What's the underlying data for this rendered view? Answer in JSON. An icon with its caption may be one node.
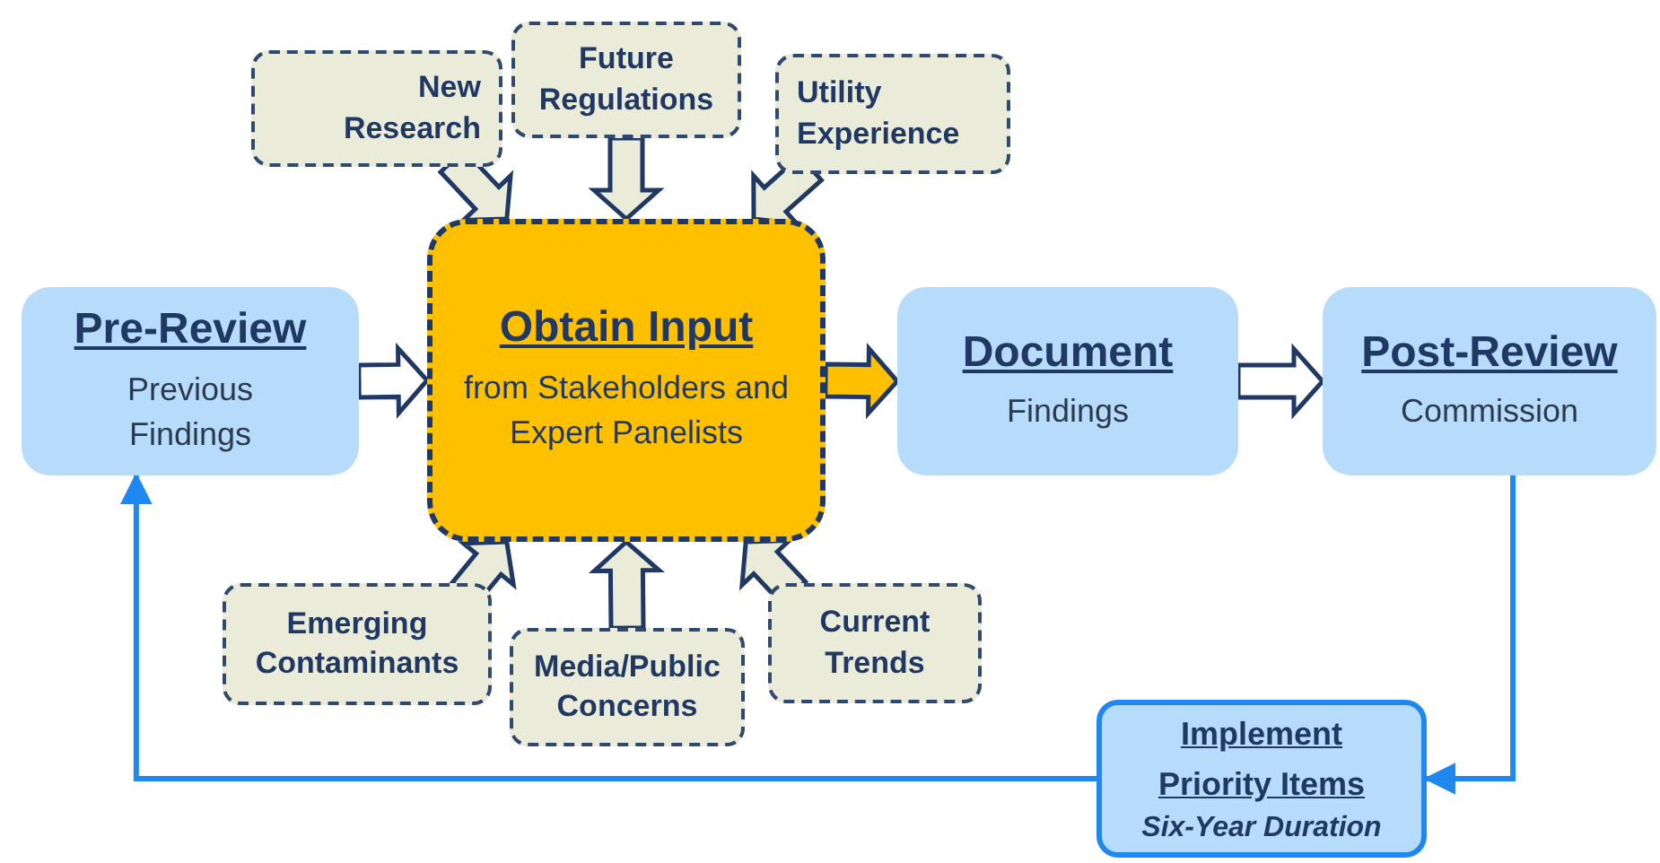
{
  "diagram": {
    "nodes": [
      {
        "text": [
          "Pre-Review",
          "Previous Findings"
        ]
      },
      {
        "text": [
          "Obtain Input",
          "from Stakeholders and Expert Panelists"
        ]
      },
      {
        "text": [
          "Document",
          "Findings"
        ]
      },
      {
        "text": [
          "Post-Review",
          "Commission"
        ]
      },
      {
        "text": [
          "New Research"
        ]
      },
      {
        "text": [
          "Future Regulations"
        ]
      },
      {
        "text": [
          "Utility Experience"
        ]
      },
      {
        "text": [
          "Emerging Contaminants"
        ]
      },
      {
        "text": [
          "Media/Public Concerns"
        ]
      },
      {
        "text": [
          "Current Trends"
        ]
      },
      {
        "text": [
          "Implement Priority Items",
          "Six-Year Duration"
        ]
      }
    ],
    "edges": [
      {
        "from": 0,
        "to": 1,
        "arrow": "to",
        "style": "thick"
      },
      {
        "from": 1,
        "to": 2,
        "arrow": "to",
        "style": "thick"
      },
      {
        "from": 2,
        "to": 3,
        "arrow": "to",
        "style": "thick"
      },
      {
        "from": 4,
        "to": 1,
        "arrow": "to",
        "style": "thick"
      },
      {
        "from": 5,
        "to": 1,
        "arrow": "to",
        "style": "thick"
      },
      {
        "from": 6,
        "to": 1,
        "arrow": "to",
        "style": "thick"
      },
      {
        "from": 7,
        "to": 1,
        "arrow": "to",
        "style": "thick"
      },
      {
        "from": 8,
        "to": 1,
        "arrow": "to",
        "style": "thick"
      },
      {
        "from": 9,
        "to": 1,
        "arrow": "to",
        "style": "thick"
      },
      {
        "from": 3,
        "to": 10,
        "arrow": "to",
        "color": "#1e88f0"
      },
      {
        "from": 10,
        "to": 0,
        "arrow": "to",
        "color": "#1e88f0"
      }
    ]
  }
}
